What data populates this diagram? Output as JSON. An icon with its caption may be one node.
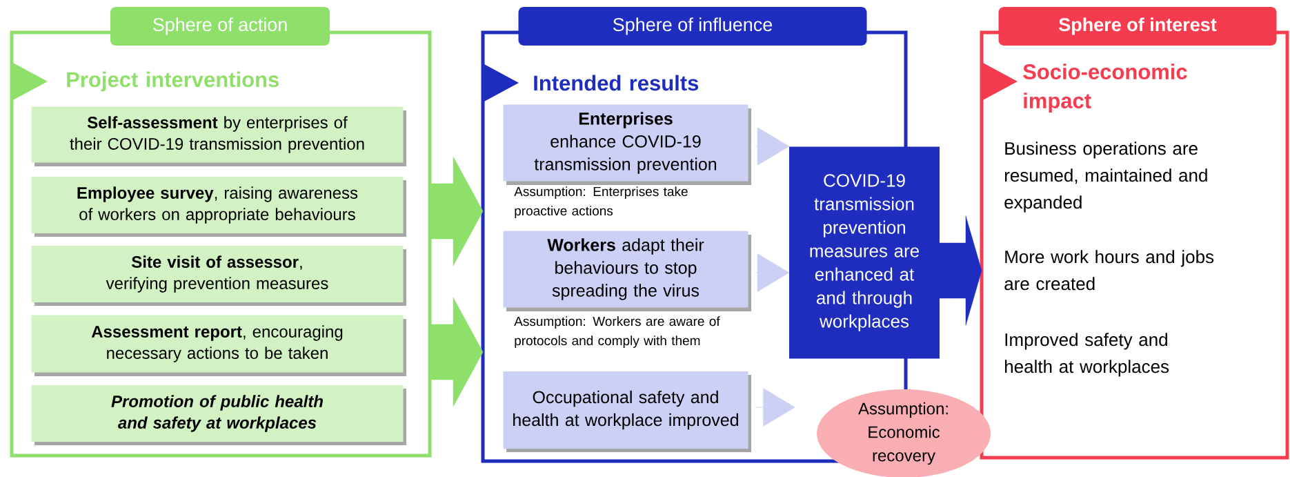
{
  "diagram": {
    "nodes": [
      {
        "text": [
          "Sphere of action",
          "Project interventions"
        ]
      },
      {
        "text": [
          "**Self-assessment** by enterprises of their COVID-19 transmission prevention"
        ],
        "in": 0
      },
      {
        "text": [
          "**Employee survey**, raising awareness of workers on appropriate behaviours"
        ],
        "in": 0
      },
      {
        "text": [
          "**Site visit of assessor**, verifying prevention measures"
        ],
        "in": 0
      },
      {
        "text": [
          "**Assessment report**, encouraging necessary actions to be taken"
        ],
        "in": 0
      },
      {
        "text": [
          "Promotion of public health and safety at workplaces"
        ],
        "in": 0
      },
      {
        "text": [
          "Sphere of influence",
          "Intended results"
        ]
      },
      {
        "text": [
          "**Enterprises** enhance COVID-19 transmission prevention"
        ],
        "in": 6,
        "beside": [
          "Assumption: Enterprises take proactive actions"
        ]
      },
      {
        "text": [
          "**Workers** adapt their behaviours to stop spreading the virus"
        ],
        "in": 6,
        "beside": [
          "Assumption: Workers are aware of protocols and comply with them"
        ]
      },
      {
        "text": [
          "Occupational safety and health at workplace improved"
        ],
        "in": 6
      },
      {
        "text": [
          "COVID-19 transmission prevention measures are enhanced at and through workplaces"
        ]
      },
      {
        "text": [
          "Sphere of interest",
          "Socio-economic impact",
          "Business operations are resumed, maintained and expanded",
          "More work hours and jobs are created",
          "Improved safety and health at workplaces"
        ]
      },
      {
        "text": [
          "Assumption: Economic recovery"
        ]
      }
    ],
    "edges": [
      {
        "from": 0,
        "to": 6,
        "arrow": "to",
        "color": "#8fe06a"
      },
      {
        "from": 0,
        "to": 6,
        "arrow": "to",
        "color": "#8fe06a"
      },
      {
        "from": 7,
        "to": 10,
        "arrow": "to",
        "color": "#ccd0f5"
      },
      {
        "from": 8,
        "to": 10,
        "arrow": "to",
        "color": "#ccd0f5"
      },
      {
        "from": 9,
        "to": null,
        "arrow": "to",
        "color": "#ccd0f5"
      },
      {
        "from": 10,
        "to": 11,
        "arrow": "to",
        "color": "#1f2dbf"
      }
    ]
  }
}
